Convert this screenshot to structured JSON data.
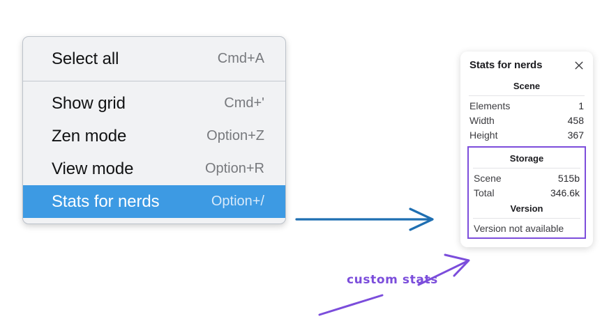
{
  "context_menu": {
    "groups": [
      {
        "items": [
          {
            "label": "Select all",
            "shortcut": "Cmd+A",
            "selected": false
          }
        ]
      },
      {
        "items": [
          {
            "label": "Show grid",
            "shortcut": "Cmd+'",
            "selected": false
          },
          {
            "label": "Zen mode",
            "shortcut": "Option+Z",
            "selected": false
          },
          {
            "label": "View mode",
            "shortcut": "Option+R",
            "selected": false
          },
          {
            "label": "Stats for nerds",
            "shortcut": "Option+/",
            "selected": true
          }
        ]
      }
    ],
    "highlight_color": "#3d9ae3"
  },
  "stats_panel": {
    "title": "Stats for nerds",
    "close_icon": "close-icon",
    "sections": [
      {
        "heading": "Scene",
        "boxed": false,
        "rows": [
          {
            "label": "Elements",
            "value": "1"
          },
          {
            "label": "Width",
            "value": "458"
          },
          {
            "label": "Height",
            "value": "367"
          }
        ]
      },
      {
        "heading": "Storage",
        "boxed": true,
        "rows": [
          {
            "label": "Scene",
            "value": "515b"
          },
          {
            "label": "Total",
            "value": "346.6k"
          }
        ]
      },
      {
        "heading": "Version",
        "boxed": true,
        "note": "Version not available",
        "rows": []
      }
    ],
    "highlight_box_color": "#7c4ddb"
  },
  "annotations": {
    "handwritten_label": "custom stats",
    "arrow_blue_color": "#1f6fb2",
    "arrow_purple_color": "#7b4ddb"
  }
}
